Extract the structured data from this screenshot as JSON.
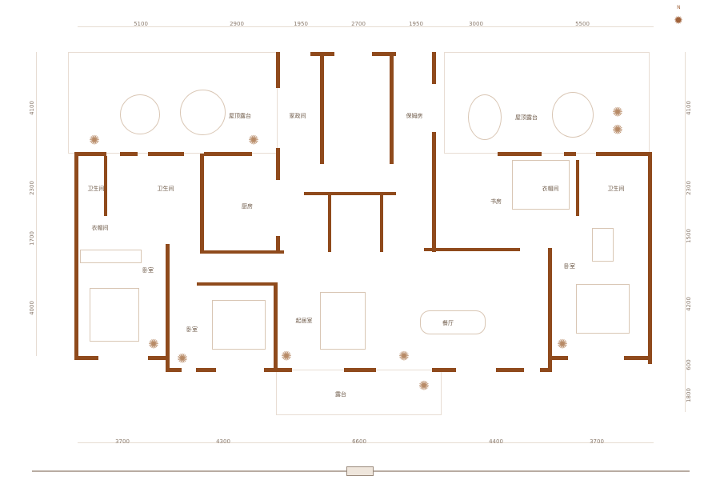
{
  "compass": {
    "label": "N"
  },
  "dimensions": {
    "top": [
      "5100",
      "2900",
      "1950",
      "2700",
      "1950",
      "3000",
      "5500"
    ],
    "bottom": [
      "3700",
      "4300",
      "6600",
      "4400",
      "3700"
    ],
    "left": [
      "4100",
      "2300",
      "1700",
      "4000"
    ],
    "right": [
      "4100",
      "2300",
      "1500",
      "4200",
      "600",
      "1800"
    ]
  },
  "rooms": {
    "roof_terrace_left": "屋顶露台",
    "housekeeping": "家政间",
    "nanny_room": "保姆房",
    "roof_terrace_right": "屋顶露台",
    "bathroom_1": "卫生间",
    "bathroom_2": "卫生间",
    "closet_left": "衣帽间",
    "kitchen": "厨房",
    "study": "书房",
    "closet_right": "衣帽间",
    "bathroom_right": "卫生间",
    "bedroom_left": "卧室",
    "bedroom_middle": "卧室",
    "bedroom_right": "卧室",
    "living_room": "起居室",
    "dining_room": "餐厅",
    "terrace": "露台"
  },
  "colors": {
    "wall": "#8f4a1c",
    "accent": "#b78a66"
  },
  "icons": {
    "plant": "plant-icon",
    "compass": "compass-icon"
  }
}
